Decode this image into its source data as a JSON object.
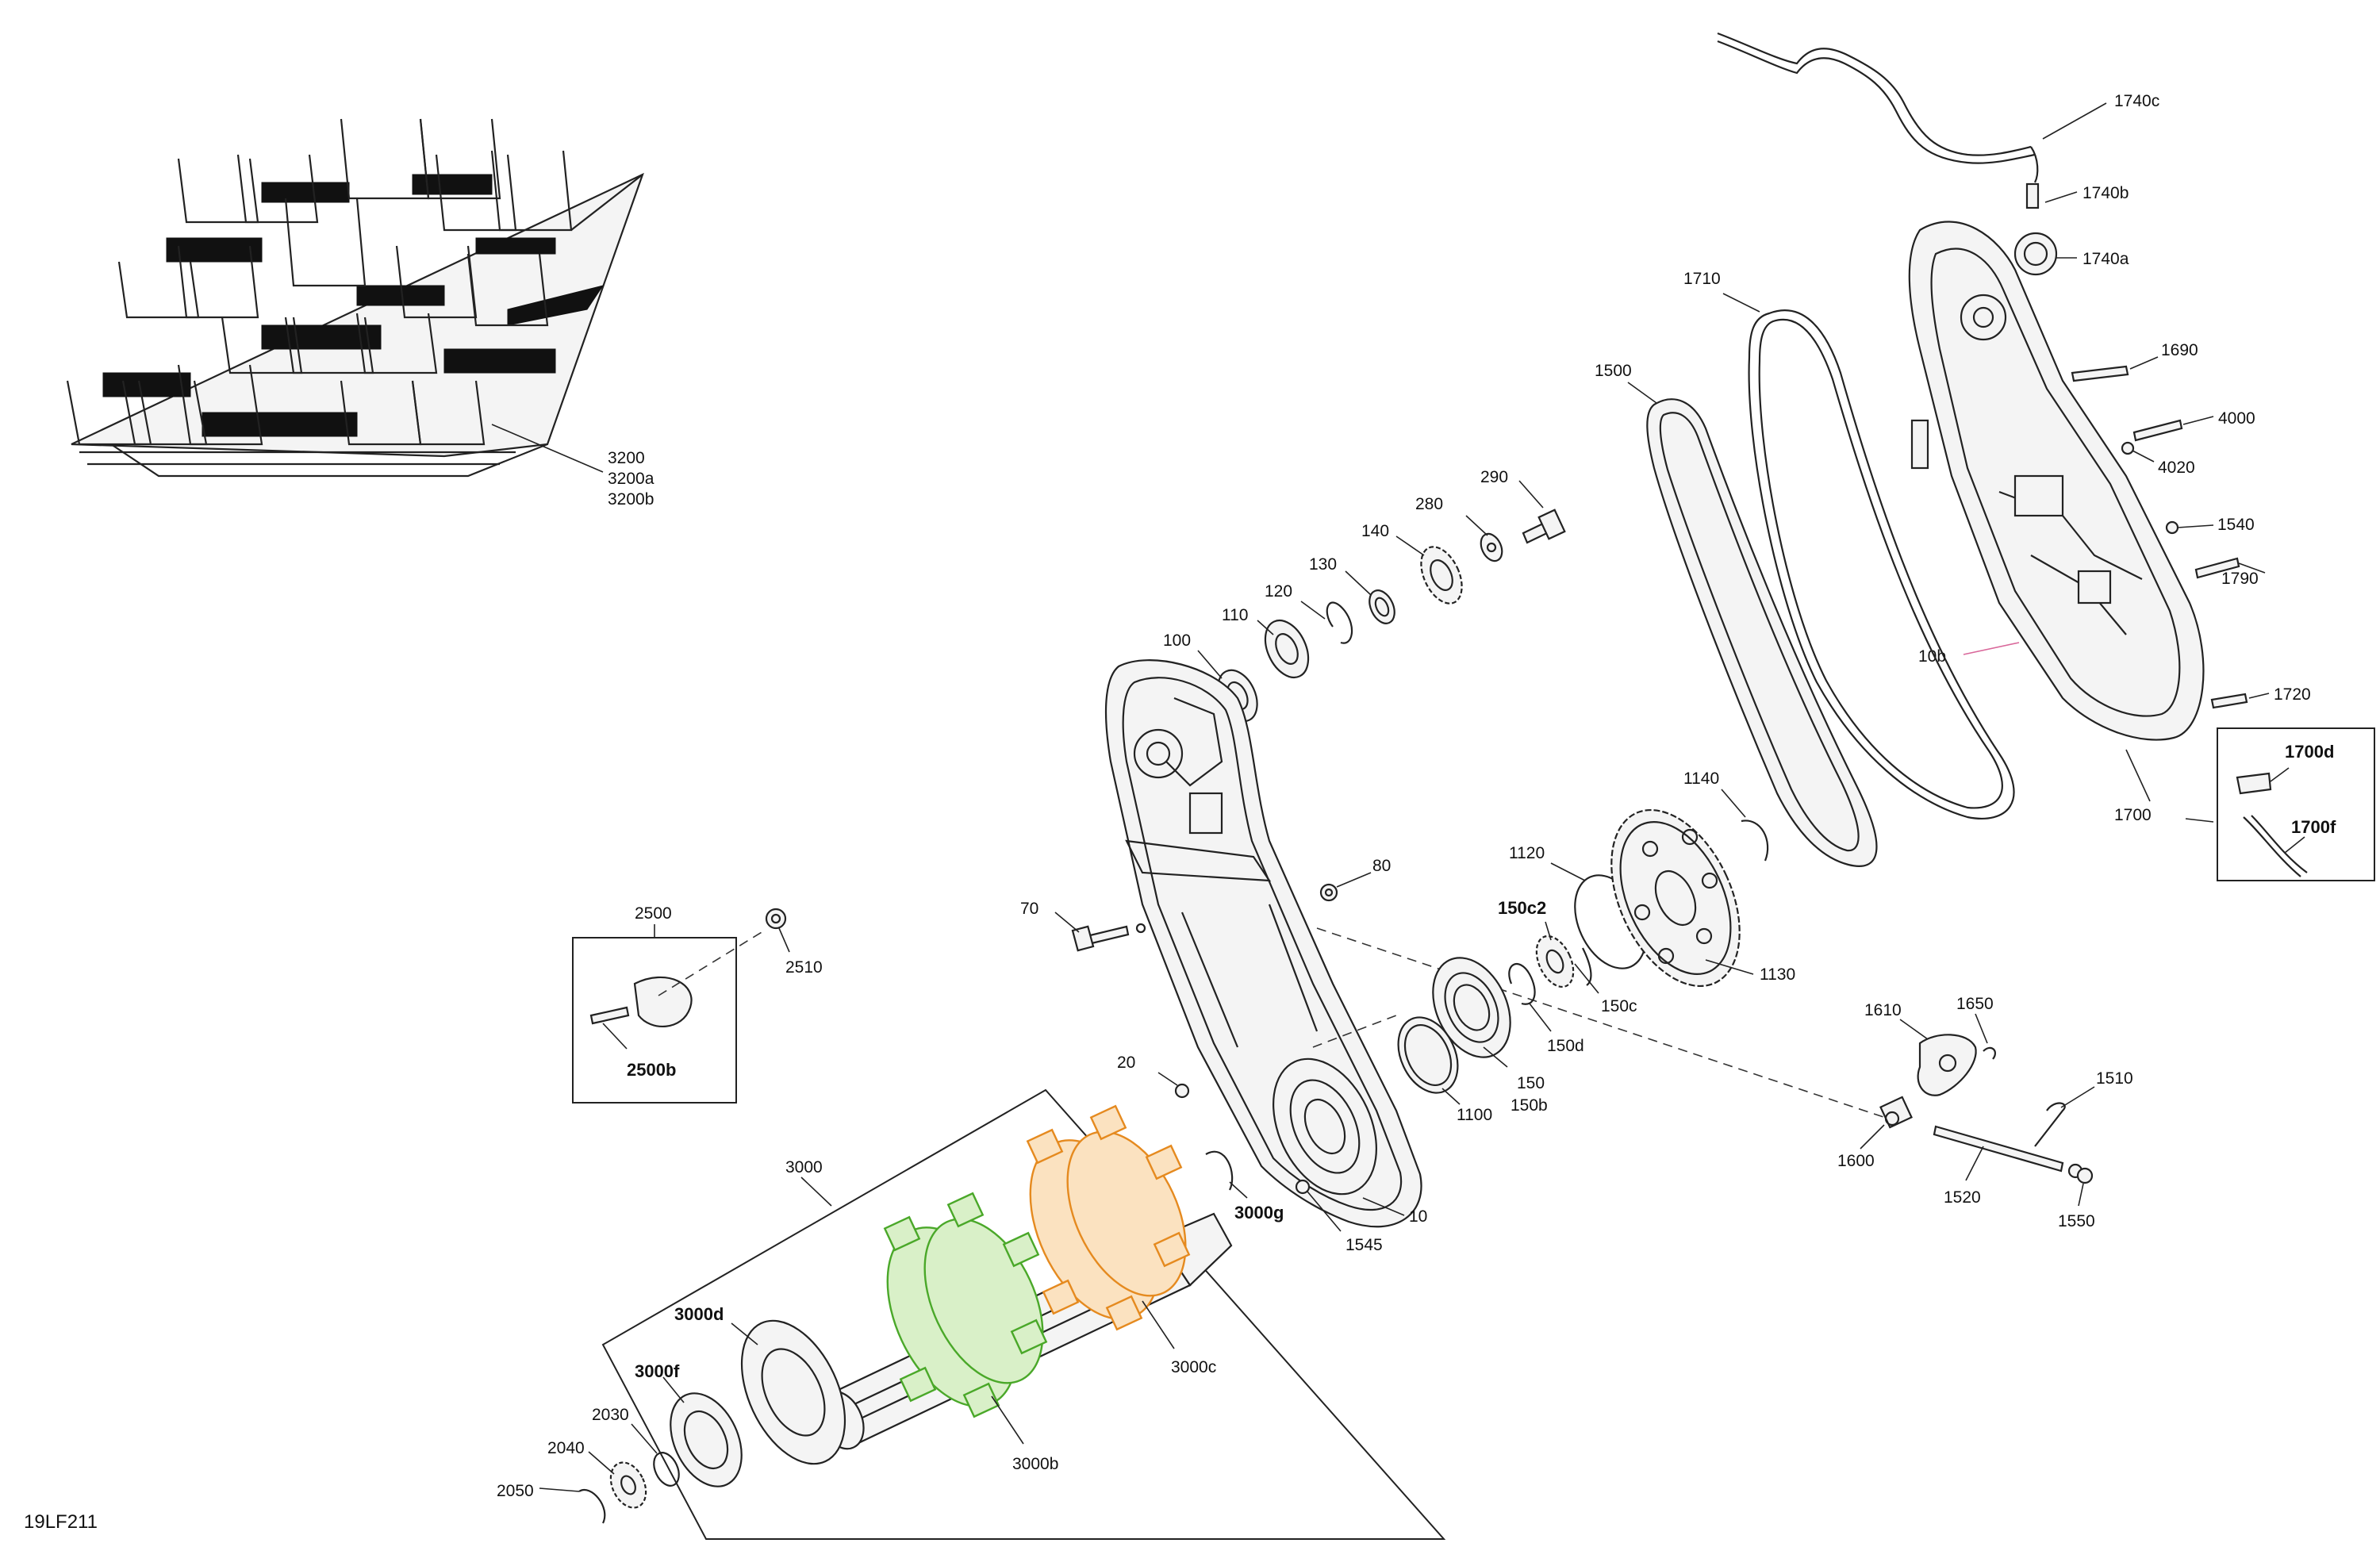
{
  "diagram_ref": "19LF211",
  "callouts": {
    "c3200": "3200",
    "c3200a": "3200a",
    "c3200b": "3200b",
    "c1740c": "1740c",
    "c1740b": "1740b",
    "c1740a": "1740a",
    "c1710": "1710",
    "c1500": "1500",
    "c1690": "1690",
    "c4000": "4000",
    "c4020": "4020",
    "c1540": "1540",
    "c1790": "1790",
    "c10b": "10b",
    "c1720": "1720",
    "c1700": "1700",
    "c1700d": "1700d",
    "c1700f": "1700f",
    "c290": "290",
    "c280": "280",
    "c140": "140",
    "c130": "130",
    "c120": "120",
    "c110": "110",
    "c100": "100",
    "c1140": "1140",
    "c1120": "1120",
    "c1130": "1130",
    "c150c2": "150c2",
    "c150c": "150c",
    "c150d": "150d",
    "c150": "150",
    "c150b": "150b",
    "c1100": "1100",
    "c80": "80",
    "c70": "70",
    "c20": "20",
    "c10": "10",
    "c1545": "1545",
    "c2500": "2500",
    "c2510": "2510",
    "c2500b": "2500b",
    "c1610": "1610",
    "c1650": "1650",
    "c1510": "1510",
    "c1600": "1600",
    "c1520": "1520",
    "c1550": "1550",
    "c3000": "3000",
    "c3000g": "3000g",
    "c3000d": "3000d",
    "c3000f": "3000f",
    "c3000c": "3000c",
    "c3000b": "3000b",
    "c2030": "2030",
    "c2040": "2040",
    "c2050": "2050"
  },
  "colors": {
    "sprocket_green": "#4aa829",
    "sprocket_orange": "#e58a1f",
    "reference_pink": "#d9679a"
  }
}
